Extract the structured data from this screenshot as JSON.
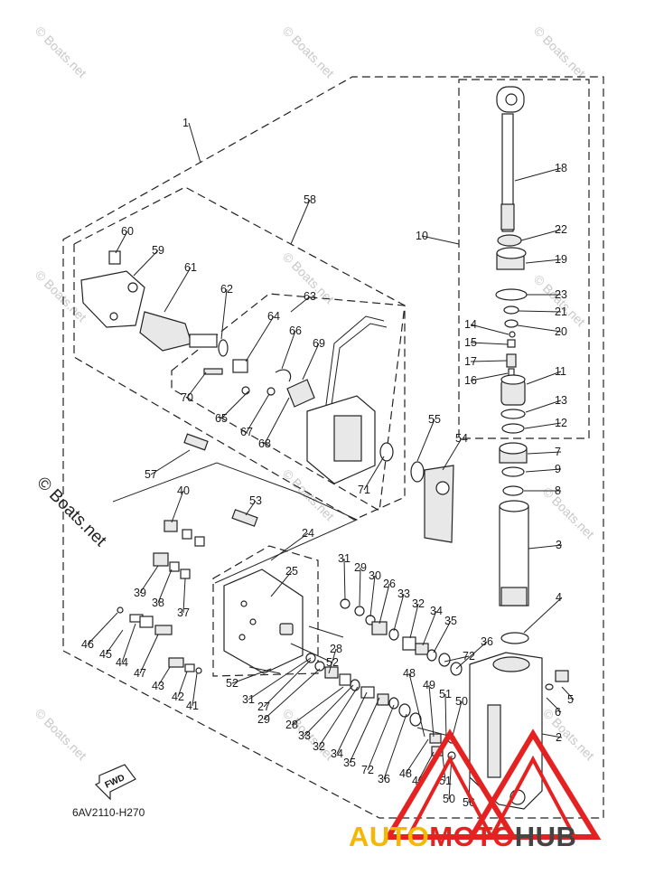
{
  "diagram_code": "6AV2110-H270",
  "fwd_label": "FWD",
  "watermark": "© Boats.net",
  "logo": {
    "part1": "AUTO",
    "part2": "MOTO",
    "part3": "HUB",
    "colors": {
      "auto": "#f5b800",
      "moto": "#e52222",
      "hub": "#444444"
    }
  },
  "parts": [
    {
      "num": "1"
    },
    {
      "num": "2"
    },
    {
      "num": "3"
    },
    {
      "num": "4"
    },
    {
      "num": "5"
    },
    {
      "num": "6"
    },
    {
      "num": "7"
    },
    {
      "num": "8"
    },
    {
      "num": "9"
    },
    {
      "num": "10"
    },
    {
      "num": "11"
    },
    {
      "num": "12"
    },
    {
      "num": "13"
    },
    {
      "num": "14"
    },
    {
      "num": "15"
    },
    {
      "num": "16"
    },
    {
      "num": "17"
    },
    {
      "num": "18"
    },
    {
      "num": "19"
    },
    {
      "num": "20"
    },
    {
      "num": "21"
    },
    {
      "num": "22"
    },
    {
      "num": "23"
    },
    {
      "num": "24"
    },
    {
      "num": "25"
    },
    {
      "num": "26"
    },
    {
      "num": "27"
    },
    {
      "num": "28"
    },
    {
      "num": "29"
    },
    {
      "num": "30"
    },
    {
      "num": "31"
    },
    {
      "num": "32"
    },
    {
      "num": "33"
    },
    {
      "num": "34"
    },
    {
      "num": "35"
    },
    {
      "num": "36"
    },
    {
      "num": "37"
    },
    {
      "num": "38"
    },
    {
      "num": "39"
    },
    {
      "num": "40"
    },
    {
      "num": "41"
    },
    {
      "num": "42"
    },
    {
      "num": "43"
    },
    {
      "num": "44"
    },
    {
      "num": "45"
    },
    {
      "num": "46"
    },
    {
      "num": "47"
    },
    {
      "num": "48"
    },
    {
      "num": "49"
    },
    {
      "num": "50"
    },
    {
      "num": "51"
    },
    {
      "num": "52"
    },
    {
      "num": "53"
    },
    {
      "num": "54"
    },
    {
      "num": "55"
    },
    {
      "num": "56"
    },
    {
      "num": "57"
    },
    {
      "num": "58"
    },
    {
      "num": "59"
    },
    {
      "num": "60"
    },
    {
      "num": "61"
    },
    {
      "num": "62"
    },
    {
      "num": "63"
    },
    {
      "num": "64"
    },
    {
      "num": "65"
    },
    {
      "num": "66"
    },
    {
      "num": "67"
    },
    {
      "num": "68"
    },
    {
      "num": "69"
    },
    {
      "num": "70"
    },
    {
      "num": "71"
    },
    {
      "num": "72"
    }
  ]
}
